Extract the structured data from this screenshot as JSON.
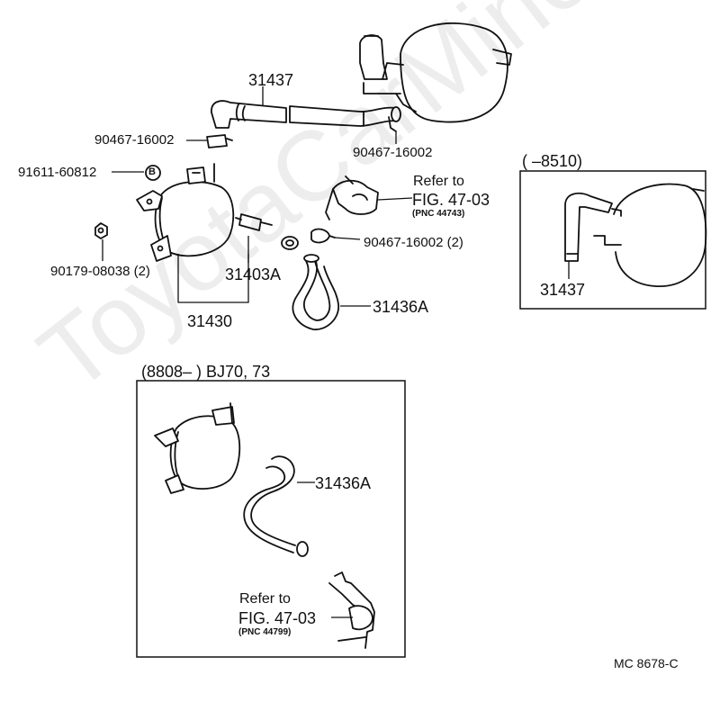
{
  "labels": {
    "hose_top": "31437",
    "clamp_left": "90467-16002",
    "clamp_right": "90467-16002",
    "bolt_b": "91611-60812",
    "b_marker": "B",
    "nut": "90179-08038 (2)",
    "tank": "31430",
    "connector": "31403A",
    "hose_mid": "31436A",
    "clamp_2": "90467-16002 (2)",
    "refer_top_1": "Refer to",
    "refer_top_2": "FIG. 47-03",
    "refer_top_pnc": "(PNC 44743)",
    "inset_right_date": "(      –8510)",
    "inset_right_hose": "31437",
    "inset_bottom_date": "(8808–          ) BJ70, 73",
    "inset_bottom_hose": "31436A",
    "refer_bottom_1": "Refer to",
    "refer_bottom_2": "FIG. 47-03",
    "refer_bottom_pnc": "(PNC 44799)",
    "drawing_code": "MC  8678-C",
    "watermark": "ToyotaCarMine.ru"
  }
}
